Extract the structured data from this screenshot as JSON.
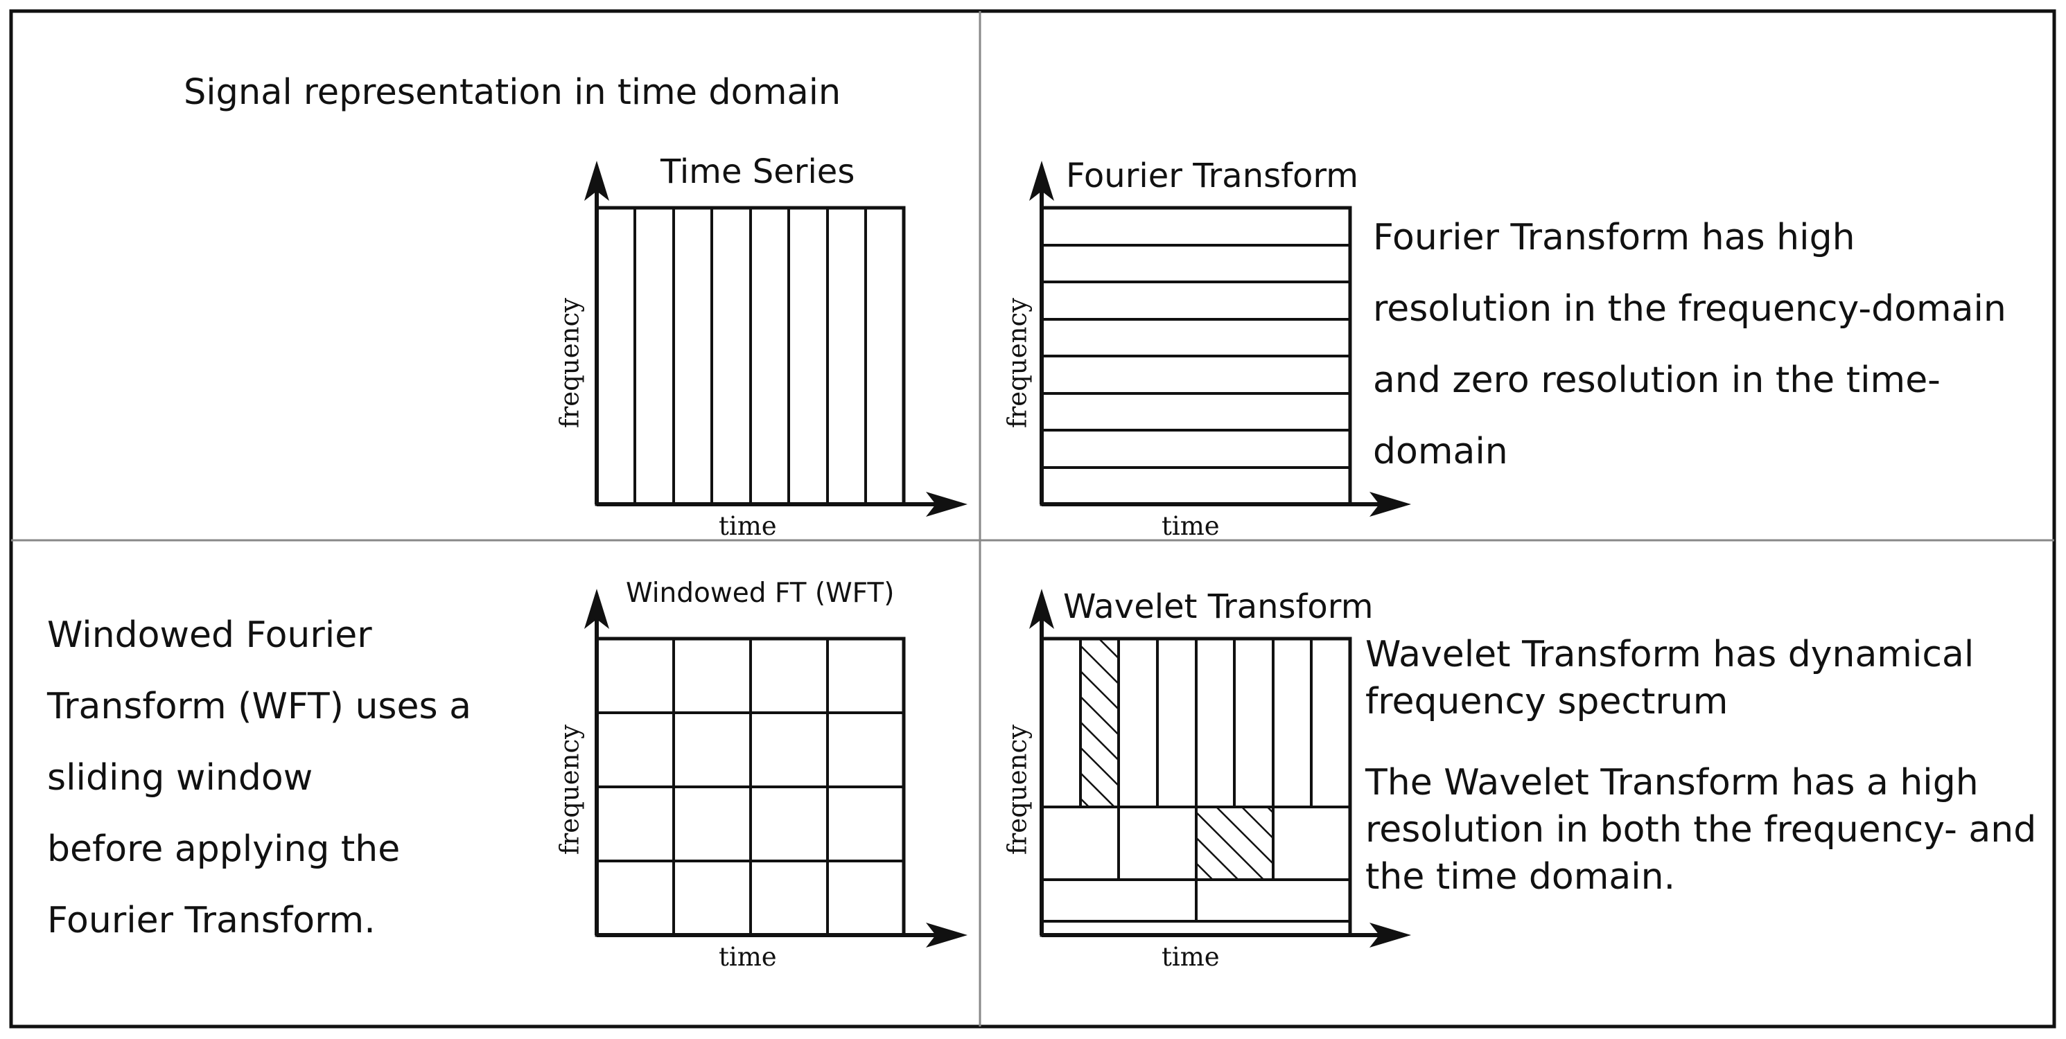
{
  "panels": {
    "time_series": {
      "caption": "Signal representation in time domain",
      "title": "Time Series",
      "xlabel": "time",
      "ylabel": "frequency"
    },
    "fourier": {
      "title": "Fourier Transform",
      "xlabel": "time",
      "ylabel": "frequency",
      "description": [
        "Fourier Transform has high",
        "resolution in the frequency-domain",
        "and zero resolution in the time-",
        "domain"
      ]
    },
    "wft": {
      "title": "Windowed FT (WFT)",
      "xlabel": "time",
      "ylabel": "frequency",
      "description": [
        "Windowed Fourier",
        "Transform (WFT) uses a",
        "sliding window",
        "before applying the",
        "Fourier Transform."
      ]
    },
    "wavelet": {
      "title": "Wavelet Transform",
      "xlabel": "time",
      "ylabel": "frequency",
      "description_1": [
        "Wavelet Transform has dynamical",
        "frequency spectrum"
      ],
      "description_2": [
        "The Wavelet Transform has a high",
        "resolution in both the frequency- and",
        "the time domain."
      ]
    }
  },
  "colors": {
    "ink": "#111111",
    "divider": "#888888"
  }
}
